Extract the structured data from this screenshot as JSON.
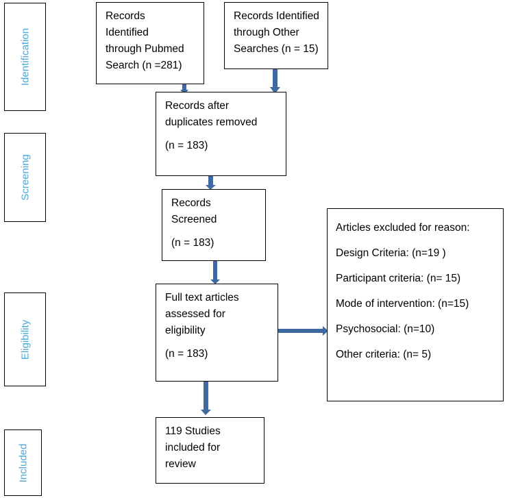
{
  "colors": {
    "arrow": "#3f6aa1",
    "stage_text": "#4aa8d8",
    "border": "#000000"
  },
  "stages": {
    "identification": "Identification",
    "screening": "Screening",
    "eligibility": "Eligibility",
    "included": "Included"
  },
  "boxes": {
    "pubmed": {
      "lines": [
        "Records",
        "Identified",
        "through Pubmed",
        "Search (n =281)"
      ]
    },
    "other": {
      "lines": [
        "Records Identified",
        "through Other",
        "Searches (n = 15)"
      ]
    },
    "duplicates": {
      "lines": [
        "Records after",
        "duplicates removed"
      ],
      "count": "(n = 183)"
    },
    "screened": {
      "lines": [
        "Records",
        "Screened"
      ],
      "count": "(n = 183)"
    },
    "fulltext": {
      "lines": [
        "Full text articles",
        "assessed for",
        "eligibility"
      ],
      "count": "(n = 183)"
    },
    "included": {
      "lines": [
        "119 Studies",
        "included for",
        "review"
      ]
    },
    "excluded": {
      "title": "Articles excluded for reason:",
      "items": [
        "Design Criteria:  (n=19 )",
        "Participant criteria: (n= 15)",
        "Mode of intervention: (n=15)",
        "Psychosocial: (n=10)",
        "Other criteria: (n= 5)"
      ]
    }
  }
}
